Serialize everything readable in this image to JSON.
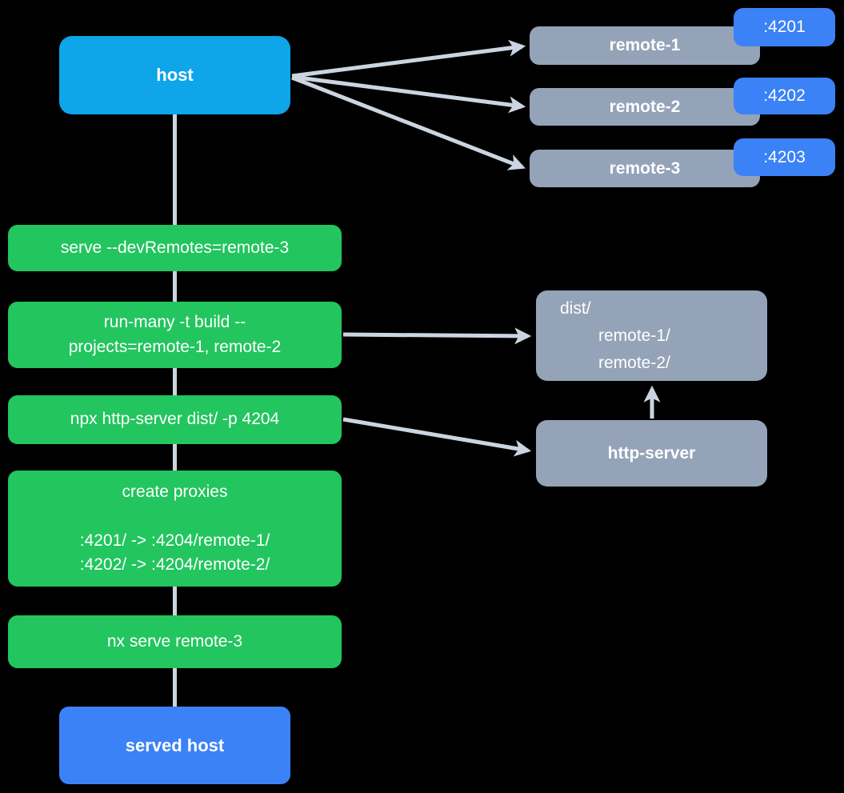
{
  "colors": {
    "background": "#000000",
    "host_fill": "#0EA5E9",
    "remote_fill": "#94A3B8",
    "port_badge_fill": "#3B82F6",
    "command_fill": "#22C55E",
    "served_host_fill": "#3B82F6",
    "connector": "#CBD5E1",
    "text": "#FFFFFF"
  },
  "host": {
    "label": "host"
  },
  "remotes": [
    {
      "label": "remote-1",
      "port": ":4201"
    },
    {
      "label": "remote-2",
      "port": ":4202"
    },
    {
      "label": "remote-3",
      "port": ":4203"
    }
  ],
  "commands": [
    {
      "label": "serve --devRemotes=remote-3"
    },
    {
      "label": "run-many -t build --\nprojects=remote-1, remote-2"
    },
    {
      "label": "npx http-server dist/ -p 4204"
    },
    {
      "label": "create proxies\n\n:4201/ -> :4204/remote-1/\n:4202/ -> :4204/remote-2/"
    },
    {
      "label": "nx serve remote-3"
    }
  ],
  "dist": {
    "line1": "dist/",
    "line2": "remote-1/",
    "line3": "remote-2/"
  },
  "http_server": {
    "label": "http-server"
  },
  "served_host": {
    "label": "served host"
  }
}
